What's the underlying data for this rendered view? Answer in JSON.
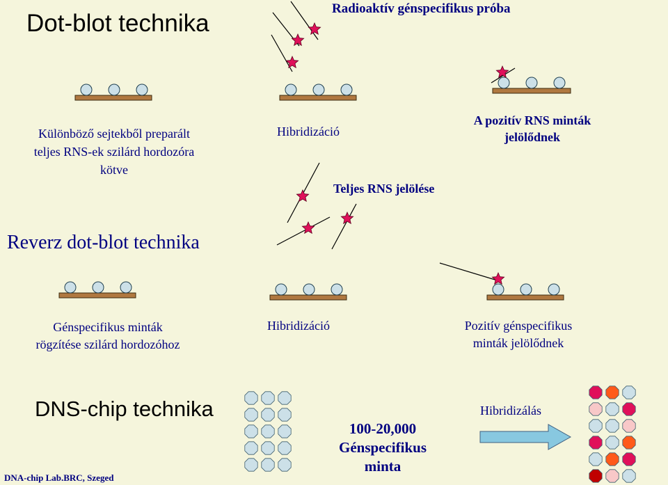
{
  "titles": {
    "dot_blot": "Dot-blot technika",
    "reverse_dot_blot": "Reverz dot-blot technika",
    "dna_chip": "DNS-chip technika"
  },
  "top_section": {
    "probe_label": "Radioaktív génspecifikus próba",
    "step1_label_lines": [
      "Különböző sejtekből preparált",
      "teljes RNS-ek szilárd hordozóra",
      "kötve"
    ],
    "step2_label": "Hibridizáció",
    "step3_label_lines": [
      "A pozitív RNS minták",
      "jelölődnek"
    ]
  },
  "middle_section": {
    "rna_labeling_label": "Teljes RNS jelölése",
    "step1_label_lines": [
      "Génspecifikus minták",
      "rögzítése szilárd hordozóhoz"
    ],
    "step2_label": "Hibridizáció",
    "step3_label_lines": [
      "Pozitív génspecifikus",
      "minták jelölődnek"
    ]
  },
  "bottom_section": {
    "sample_count_lines": [
      "100-20,000",
      "Génspecifikus",
      "minta"
    ],
    "arrow_label": "Hibridizálás",
    "footer": "DNA-chip Lab.BRC, Szeged",
    "chip_before": {
      "rows": 5,
      "cols": 3,
      "color": "#cce0e8"
    },
    "chip_after": {
      "rows": 6,
      "cols": 3,
      "colors": [
        [
          "#e0105a",
          "#ff5a1a",
          "#cce0e8"
        ],
        [
          "#f8c8c8",
          "#cce0e8",
          "#e0105a"
        ],
        [
          "#cce0e8",
          "#cce0e8",
          "#f8c8c8"
        ],
        [
          "#e0105a",
          "#cce0e8",
          "#ff5a1a"
        ],
        [
          "#cce0e8",
          "#ff5a1a",
          "#e0105a"
        ],
        [
          "#c00000",
          "#f8c8c8",
          "#cce0e8"
        ]
      ]
    }
  },
  "colors": {
    "background": "#f5f5dc",
    "label_text": "#000080",
    "support": "#b07840",
    "spot": "#cce0e8",
    "star": "#e0105a",
    "arrow": "#88c8e0"
  }
}
